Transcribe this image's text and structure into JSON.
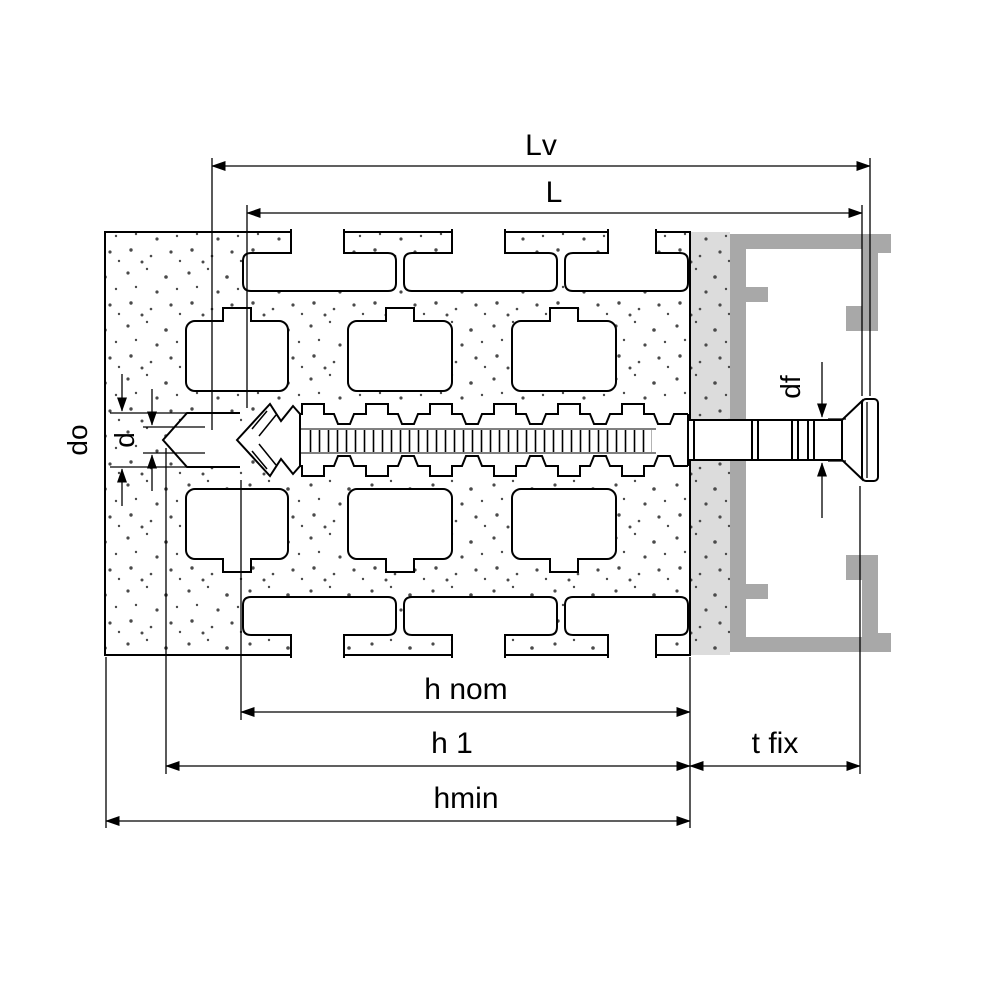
{
  "diagram": {
    "labels": {
      "lv": "Lv",
      "l": "L",
      "h_nom": "h nom",
      "h1": "h 1",
      "hmin": "hmin",
      "t_fix": "t fix",
      "d_o": "do",
      "d": "d",
      "df": "df"
    },
    "colors": {
      "plaster": "#dcdcdc",
      "profile": "#a8a8a8",
      "line": "#000000",
      "background": "#ffffff"
    }
  }
}
